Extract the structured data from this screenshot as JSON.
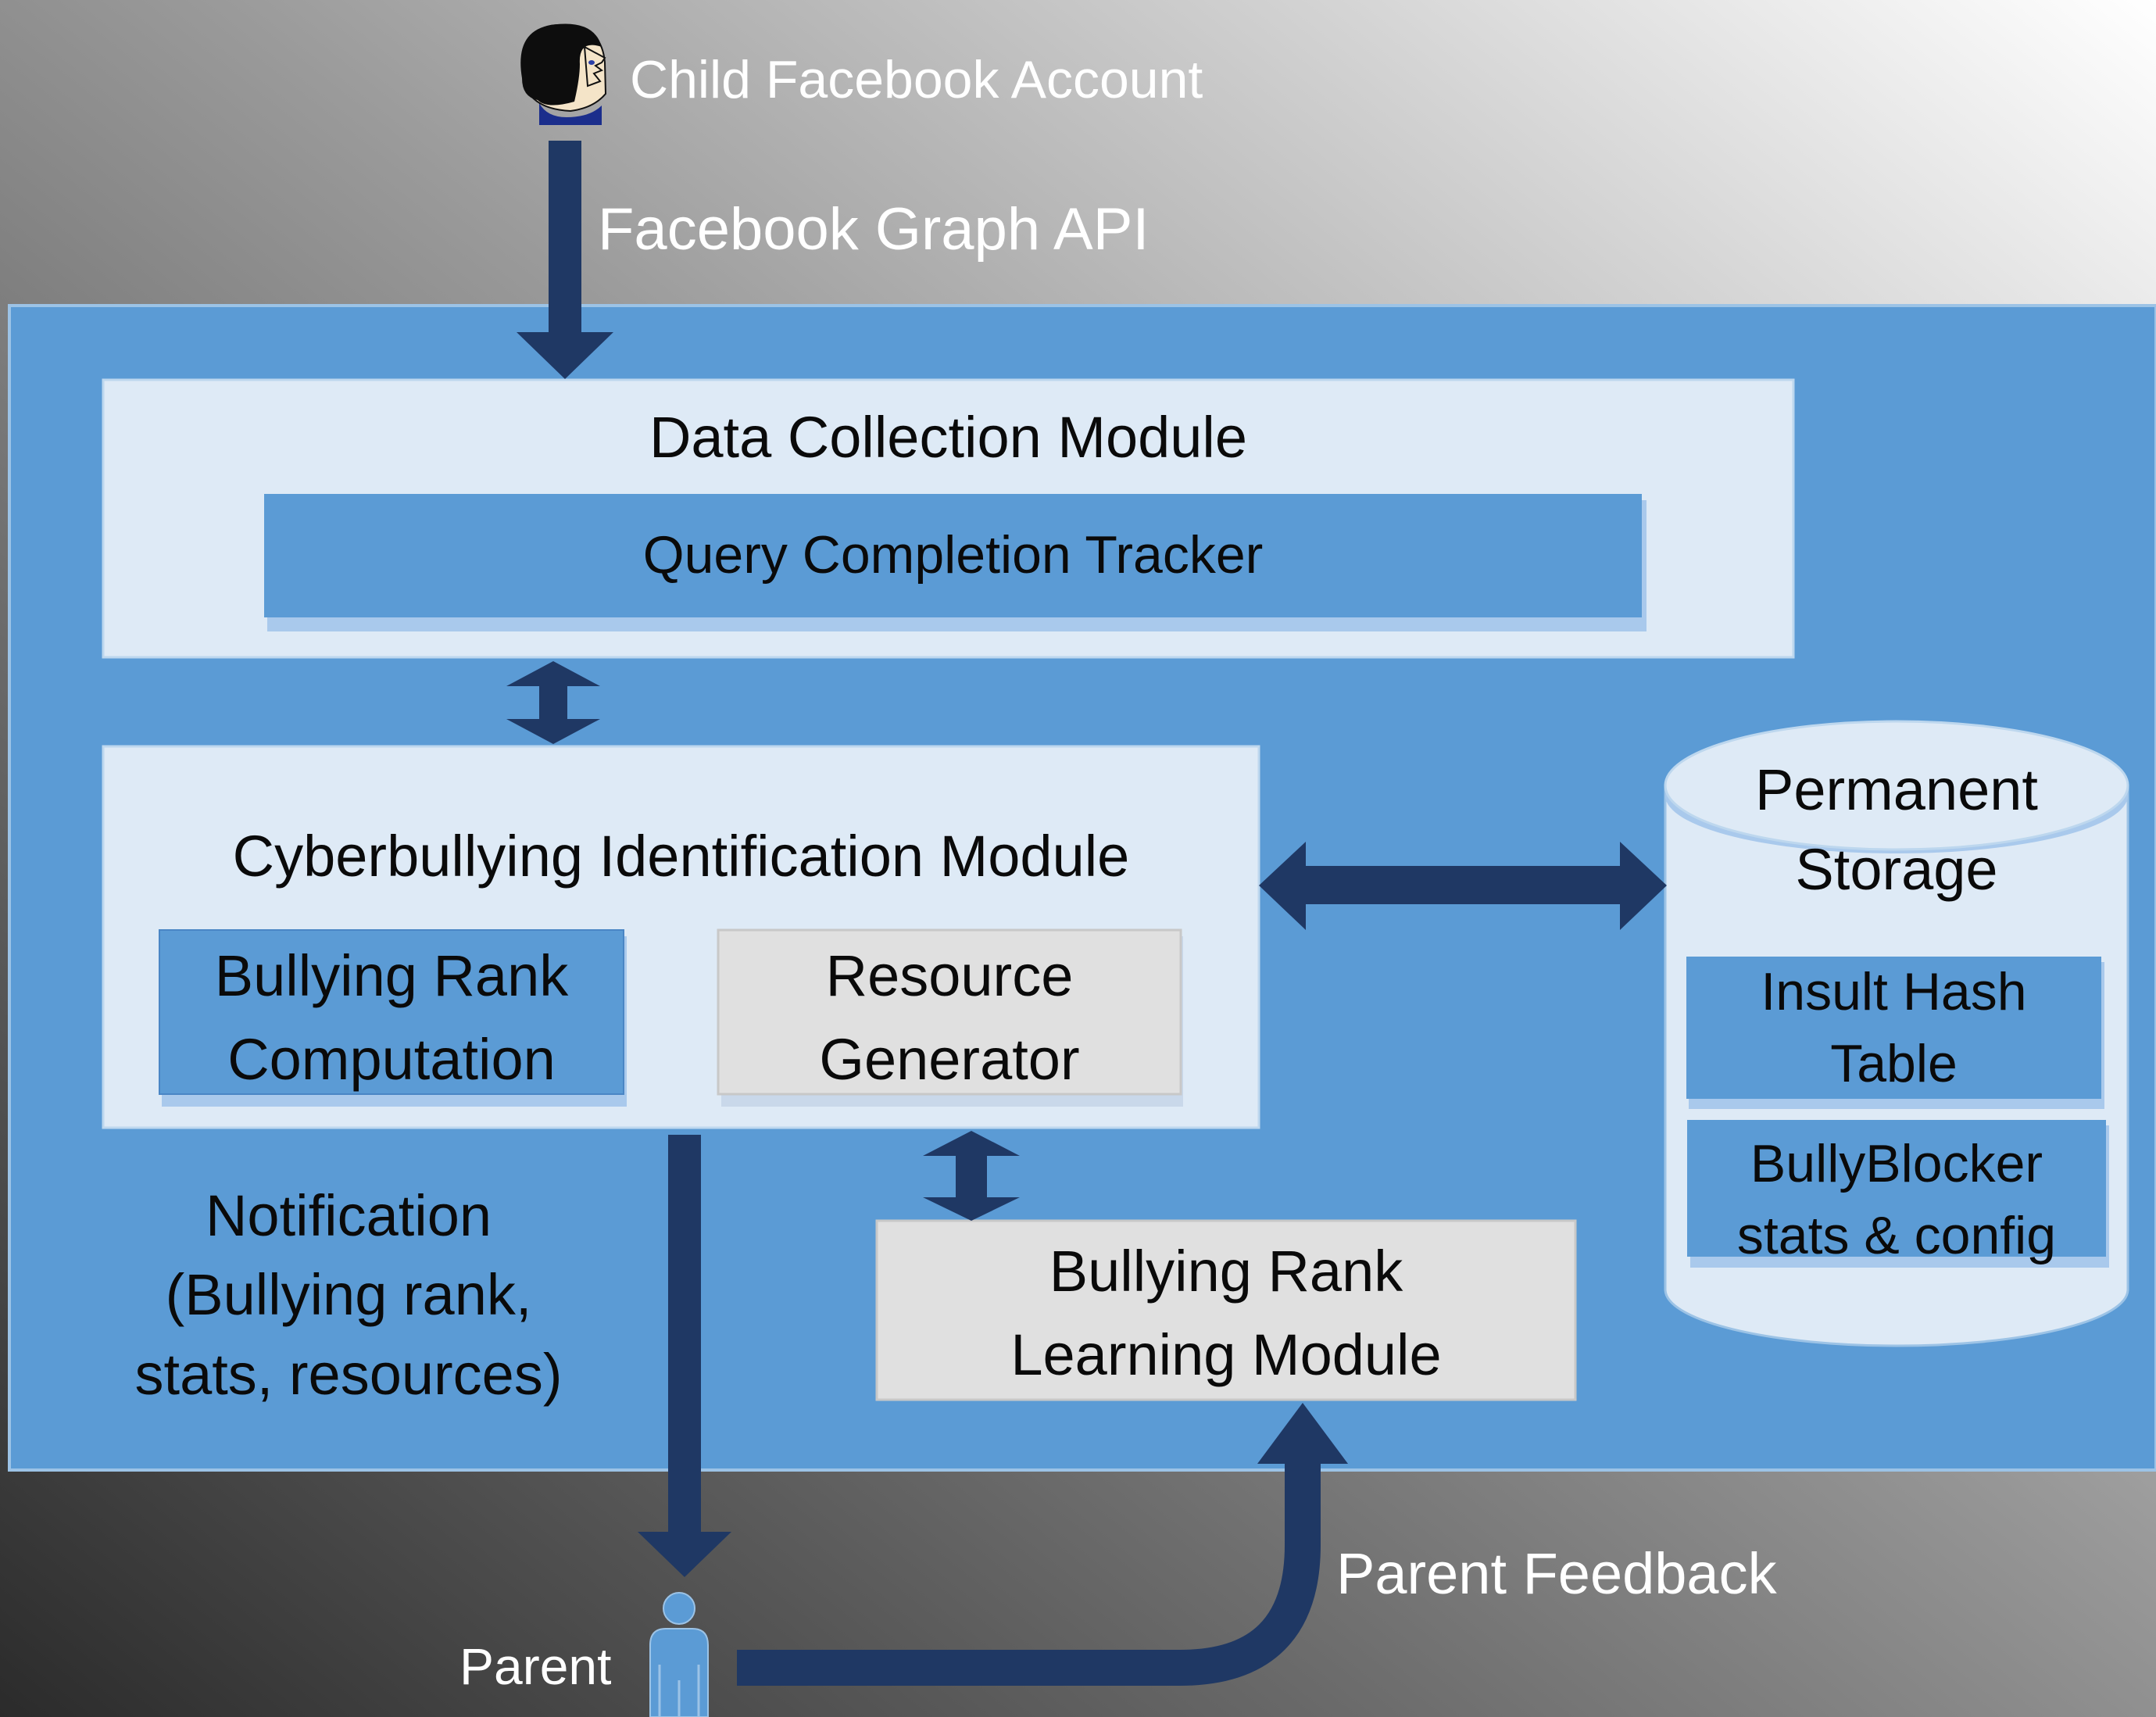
{
  "top": {
    "child_account_label": "Child Facebook Account",
    "api_label": "Facebook Graph API"
  },
  "modules": {
    "data_collection": {
      "title": "Data Collection Module",
      "tracker": "Query Completion Tracker"
    },
    "cyberbullying": {
      "title": "Cyberbullying Identification Module",
      "rank_computation": [
        "Bullying Rank",
        "Computation"
      ],
      "resource_generator": [
        "Resource",
        "Generator"
      ]
    },
    "learning": [
      "Bullying Rank",
      "Learning Module"
    ],
    "storage": {
      "title": [
        "Permanent",
        "Storage"
      ],
      "insult_table": [
        "Insult Hash",
        "Table"
      ],
      "stats": [
        "BullyBlocker",
        "stats & config"
      ]
    }
  },
  "notification": [
    "Notification",
    "(Bullying rank,",
    "stats, resources)"
  ],
  "parent_label": "Parent",
  "feedback_label": "Parent Feedback",
  "colors": {
    "panel": "#5b9bd5",
    "module_fill": "#deeaf6",
    "gray_box": "#e0e0e0",
    "arrow": "#1f3864"
  }
}
